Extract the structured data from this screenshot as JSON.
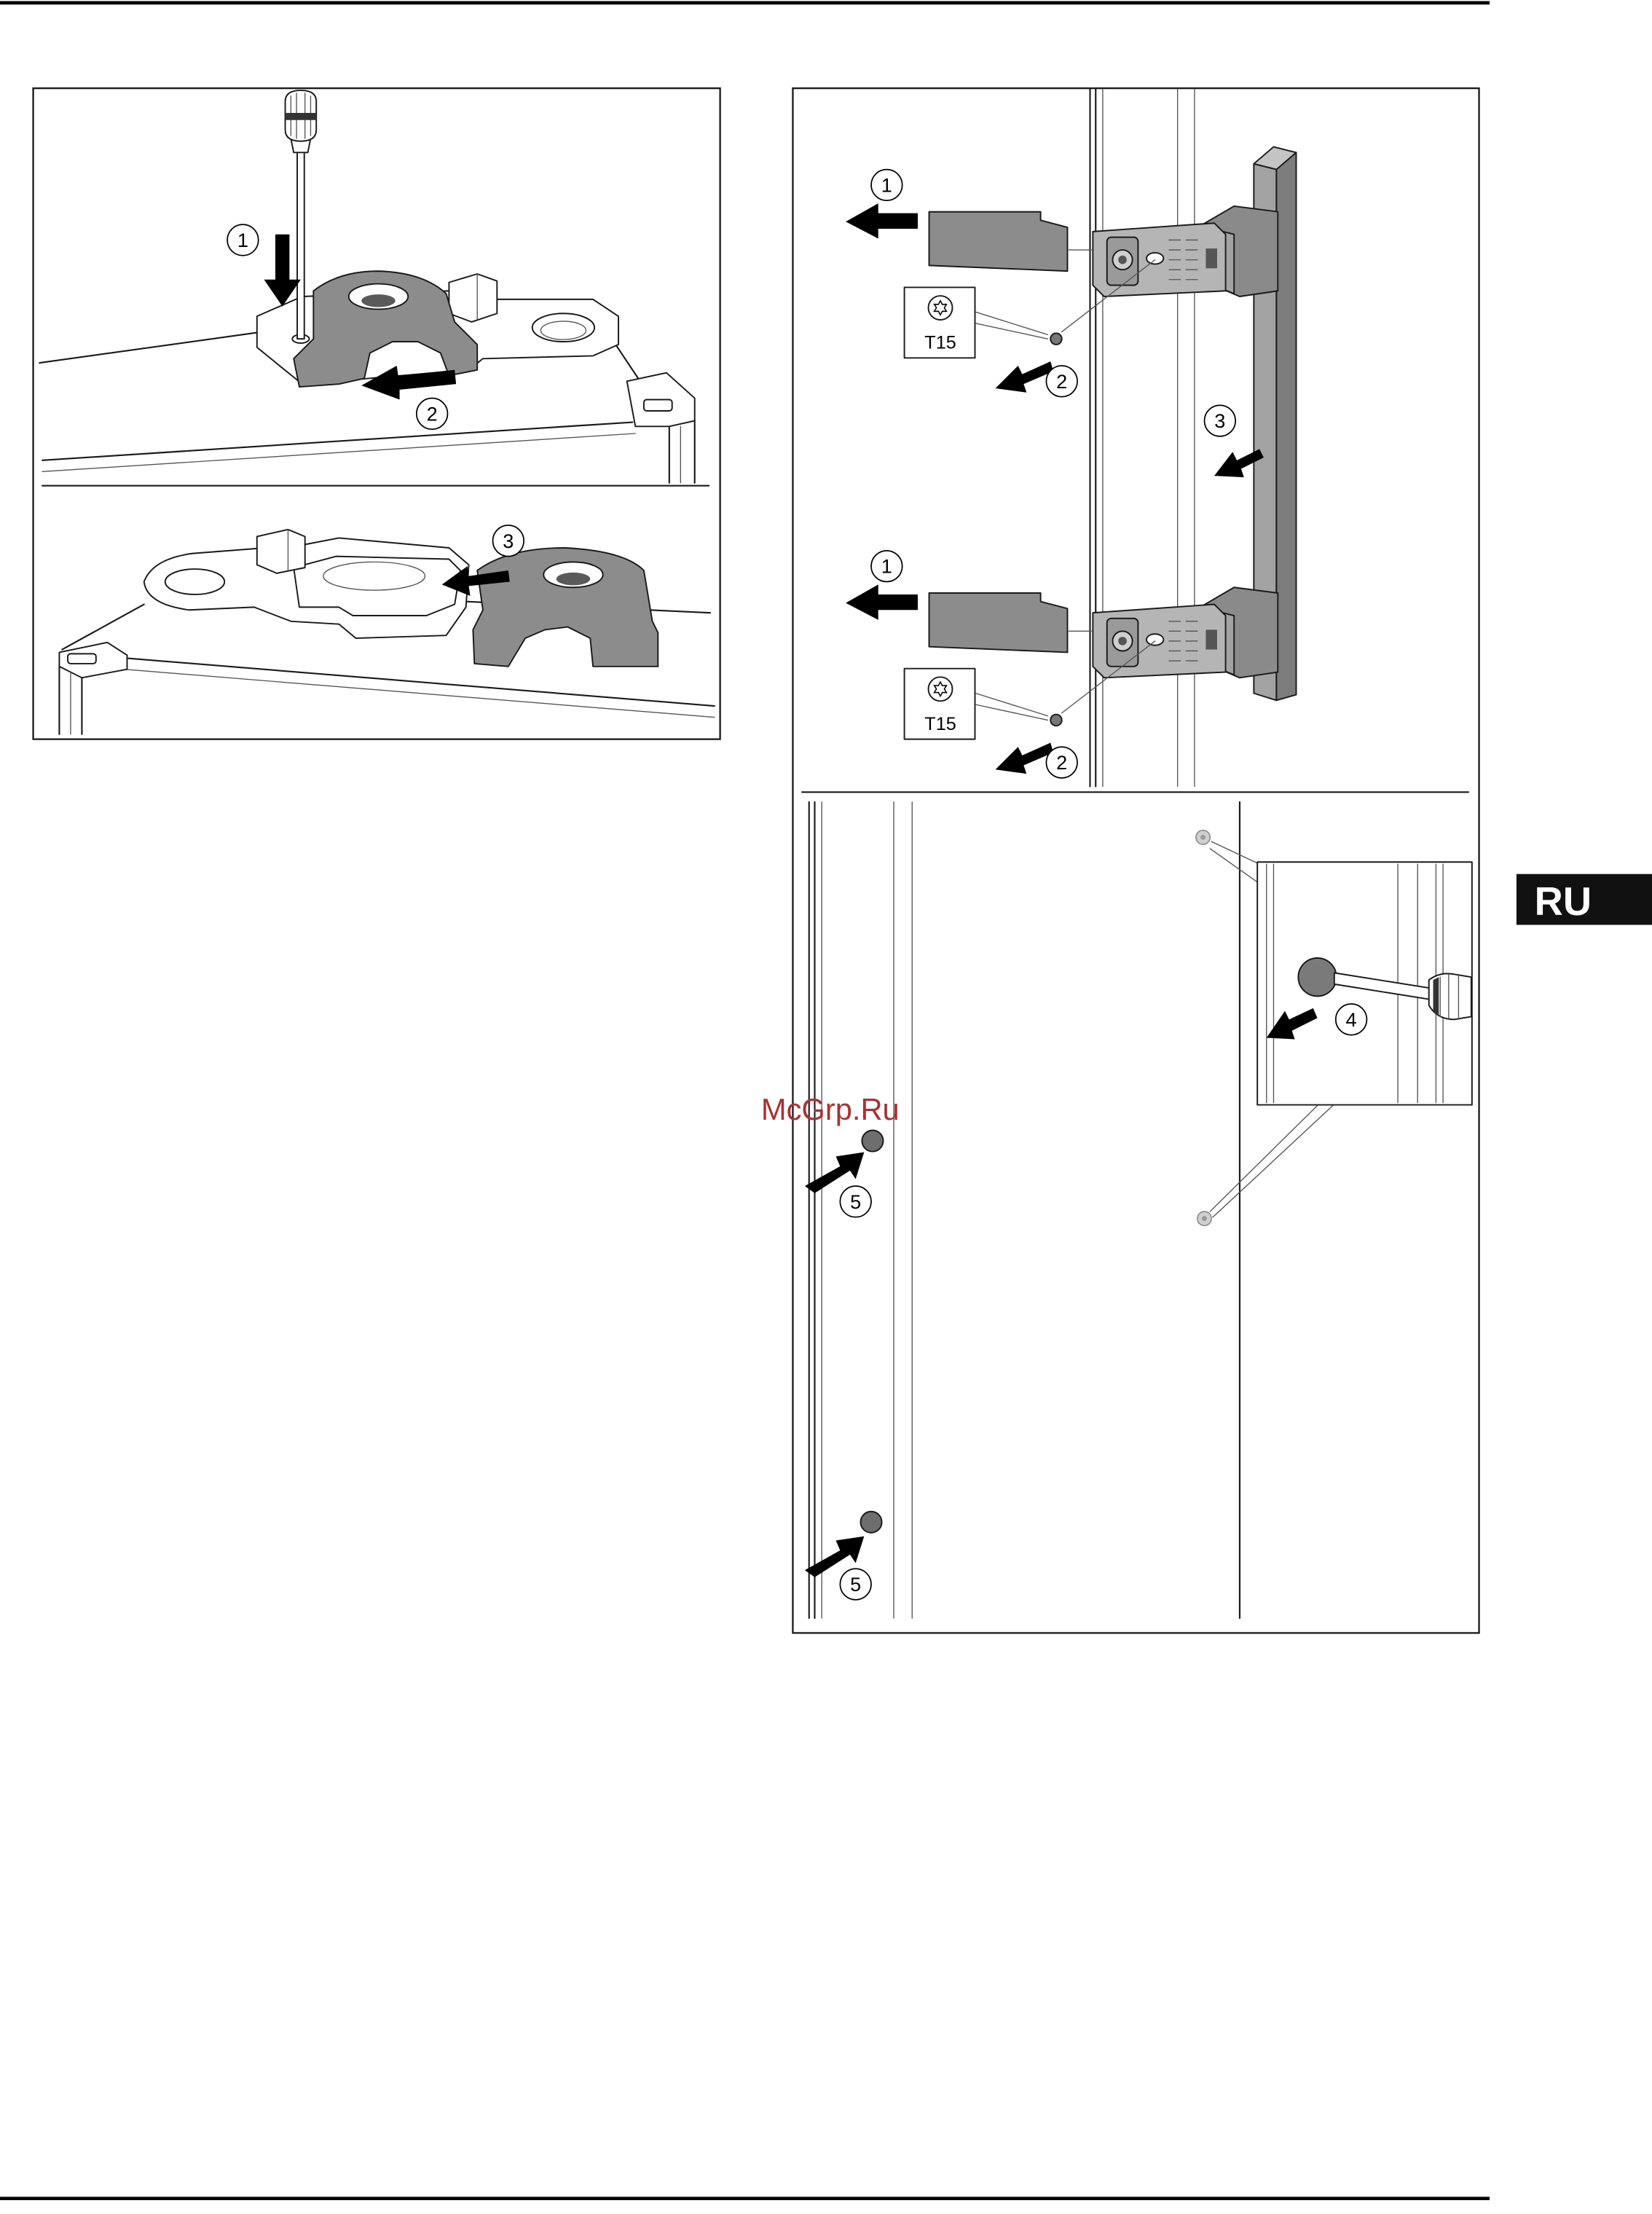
{
  "page": {
    "language_tab": "RU",
    "watermark": "McGrp.Ru"
  },
  "colors": {
    "part_fill": "#8c8c8c",
    "part_light": "#b5b5b5",
    "handle_fill": "#7d7d7d",
    "plug_fill": "#6e6e6e",
    "tab_background": "#111111",
    "tab_text": "#ffffff",
    "watermark": "#a83232"
  },
  "icons": {
    "step_arrow": "arrow-icon",
    "tool": "torx-icon",
    "screwdriver": "screwdriver-icon",
    "plug": "plug-icon"
  },
  "figure_left": {
    "top_panel": {
      "callout_press": "1",
      "callout_slide": "2"
    },
    "bottom_panel": {
      "callout_insert": "3"
    }
  },
  "figure_right": {
    "top_panel": {
      "upper_hinge": {
        "callout_cover": "1",
        "tool_label": "T15",
        "callout_screw": "2"
      },
      "callout_handle": "3",
      "lower_hinge": {
        "callout_cover": "1",
        "tool_label": "T15",
        "callout_screw": "2"
      }
    },
    "bottom_panel": {
      "callout_remove_plug": "4",
      "callout_insert_plug_upper": "5",
      "callout_insert_plug_lower": "5"
    }
  }
}
